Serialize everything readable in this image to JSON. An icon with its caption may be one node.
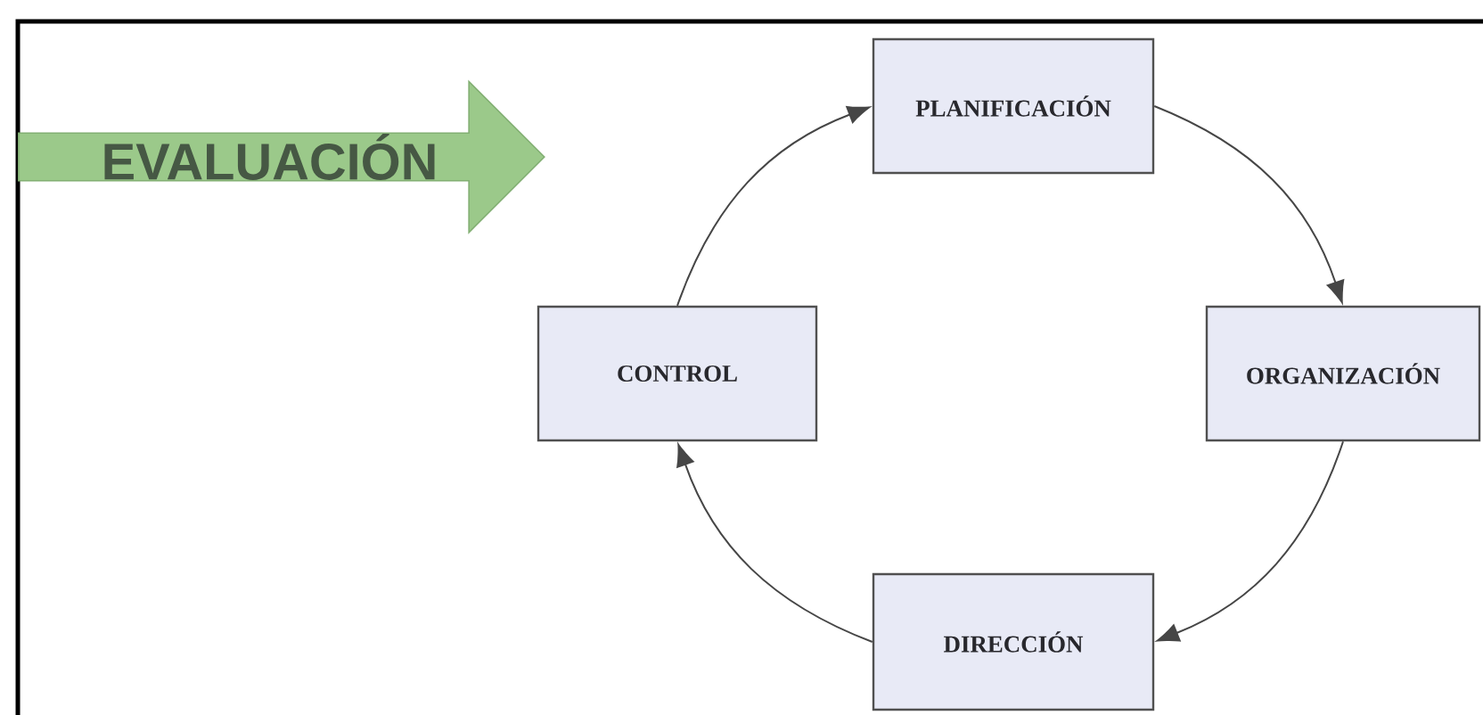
{
  "diagram": {
    "nodes": [
      {
        "text": [
          "EVALUACIÓN"
        ]
      },
      {
        "text": [
          "PLANIFICACIÓN"
        ]
      },
      {
        "text": [
          "ORGANIZACIÓN"
        ]
      },
      {
        "text": [
          "DIRECCIÓN"
        ]
      },
      {
        "text": [
          "CONTROL"
        ]
      }
    ],
    "edges": [
      {
        "from": 1,
        "to": 2,
        "arrow": "to"
      },
      {
        "from": 2,
        "to": 3,
        "arrow": "to"
      },
      {
        "from": 3,
        "to": 4,
        "arrow": "to"
      },
      {
        "from": 4,
        "to": 1,
        "arrow": "to"
      }
    ]
  }
}
